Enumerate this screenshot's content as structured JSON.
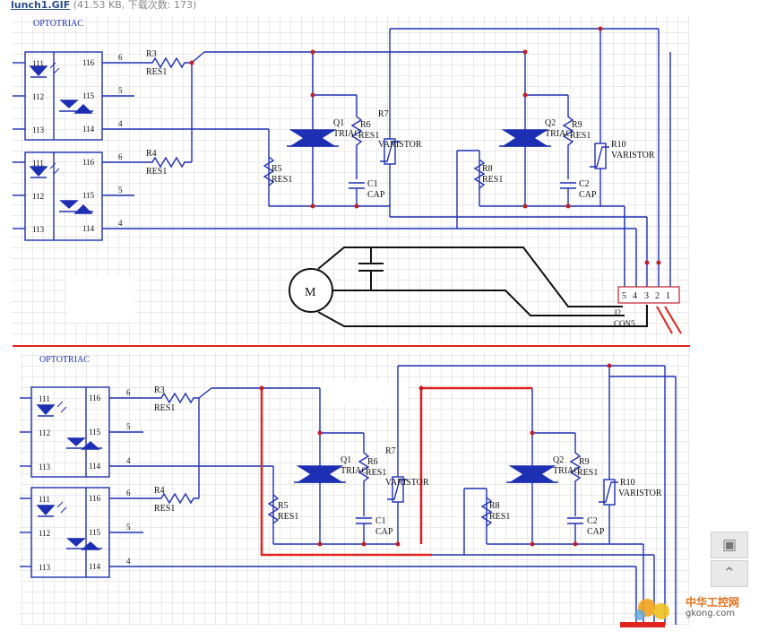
{
  "caption": {
    "filename": "lunch1.GIF",
    "meta": "(41.53 KB, 下载次数: 173)"
  },
  "colors": {
    "wire": "#1d2fb3",
    "grid": "#d6d6d6",
    "red": "#e0231c",
    "motor": "#111111"
  },
  "labels": {
    "optotriac": "OPTOTRIAC",
    "pins": {
      "p111": "111",
      "p112": "112",
      "p113": "113",
      "p116": "116",
      "p115": "115",
      "p114": "114"
    },
    "pin_numbers": {
      "n6": "6",
      "n5": "5",
      "n4": "4"
    },
    "res": "RES1",
    "r3": "R3",
    "r4": "R4",
    "r5": "R5",
    "r6": "R6",
    "r8": "R8",
    "r9": "R9",
    "r7": "R7",
    "r10": "R10",
    "varistor": "VARISTOR",
    "q1": "Q1",
    "q2": "Q2",
    "triac": "TRIAC",
    "c1": "C1",
    "c2": "C2",
    "cap": "CAP",
    "motor": "M",
    "j2": "J2",
    "con5": "CON5",
    "con_pins": [
      "5",
      "4",
      "3",
      "2",
      "1"
    ]
  },
  "watermark": {
    "name": "中华工控网",
    "url": "gkong.com"
  },
  "side_buttons": [
    "comment-icon",
    "back-to-top-icon"
  ]
}
